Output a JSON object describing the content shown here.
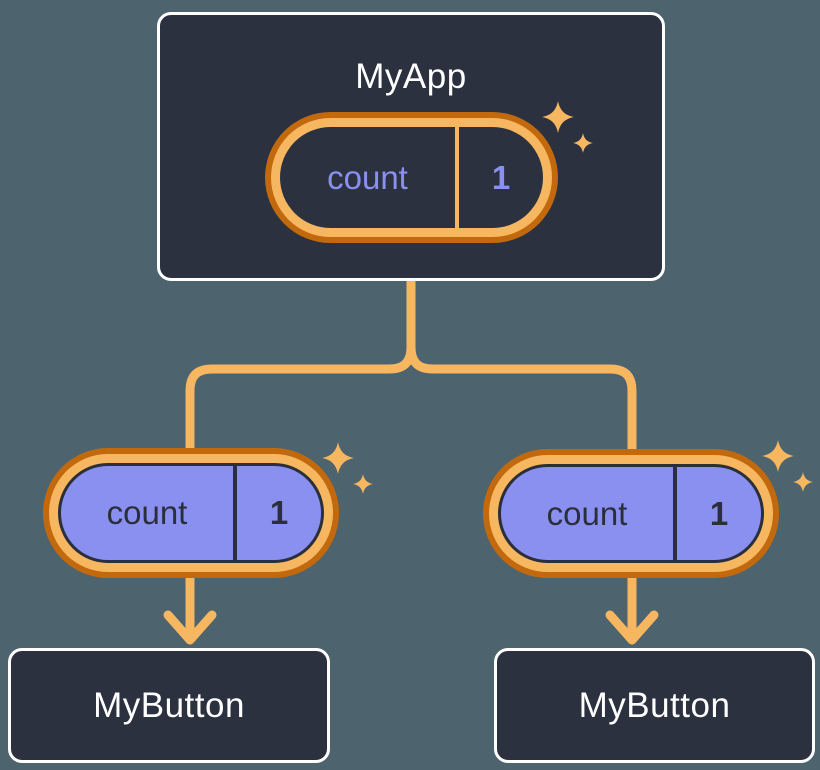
{
  "colors": {
    "background": "#4D636E",
    "box_fill": "#2B313E",
    "box_border": "#FFFFFF",
    "connector_orange": "#F7B761",
    "ring_orange_dark": "#C2690E",
    "ring_orange_light": "#F7B761",
    "state_purple": "#8A90F0",
    "dark_text": "#2A2F3B",
    "title_text": "#FFFFFF"
  },
  "icons": {
    "sparkle": "four-point-star"
  },
  "root_component": {
    "title": "MyApp",
    "state": {
      "label": "count",
      "value": "1"
    }
  },
  "child_components": [
    {
      "title": "MyButton",
      "state": {
        "label": "count",
        "value": "1"
      }
    },
    {
      "title": "MyButton",
      "state": {
        "label": "count",
        "value": "1"
      }
    }
  ]
}
